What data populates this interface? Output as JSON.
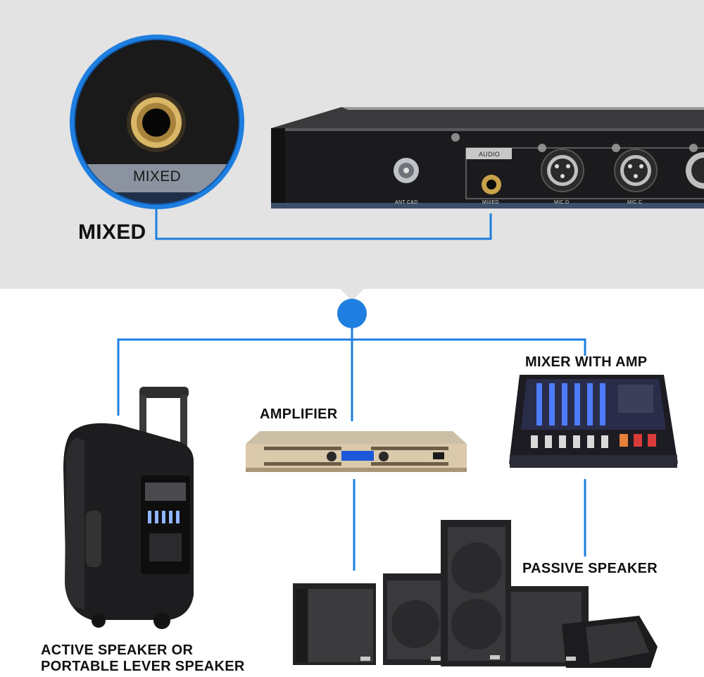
{
  "zoom_callout": {
    "port_label": "MIXED",
    "caption": "MIXED"
  },
  "receiver_panel": {
    "section_label": "AUDIO",
    "ports": [
      {
        "label": "ANT C&D"
      },
      {
        "label": "MIXED"
      },
      {
        "label": "MIC D"
      },
      {
        "label": "MIC C"
      }
    ]
  },
  "devices": {
    "mixer": {
      "label": "MIXER WITH AMP"
    },
    "amplifier": {
      "label": "AMPLIFIER"
    },
    "passive_speaker": {
      "label": "PASSIVE SPEAKER"
    },
    "active_speaker": {
      "label_line1": "ACTIVE SPEAKER OR",
      "label_line2": "PORTABLE LEVER SPEAKER"
    }
  },
  "colors": {
    "accent_blue": "#1e7fe0",
    "top_background": "#e3e3e3",
    "device_dark": "#1c1c1e"
  }
}
